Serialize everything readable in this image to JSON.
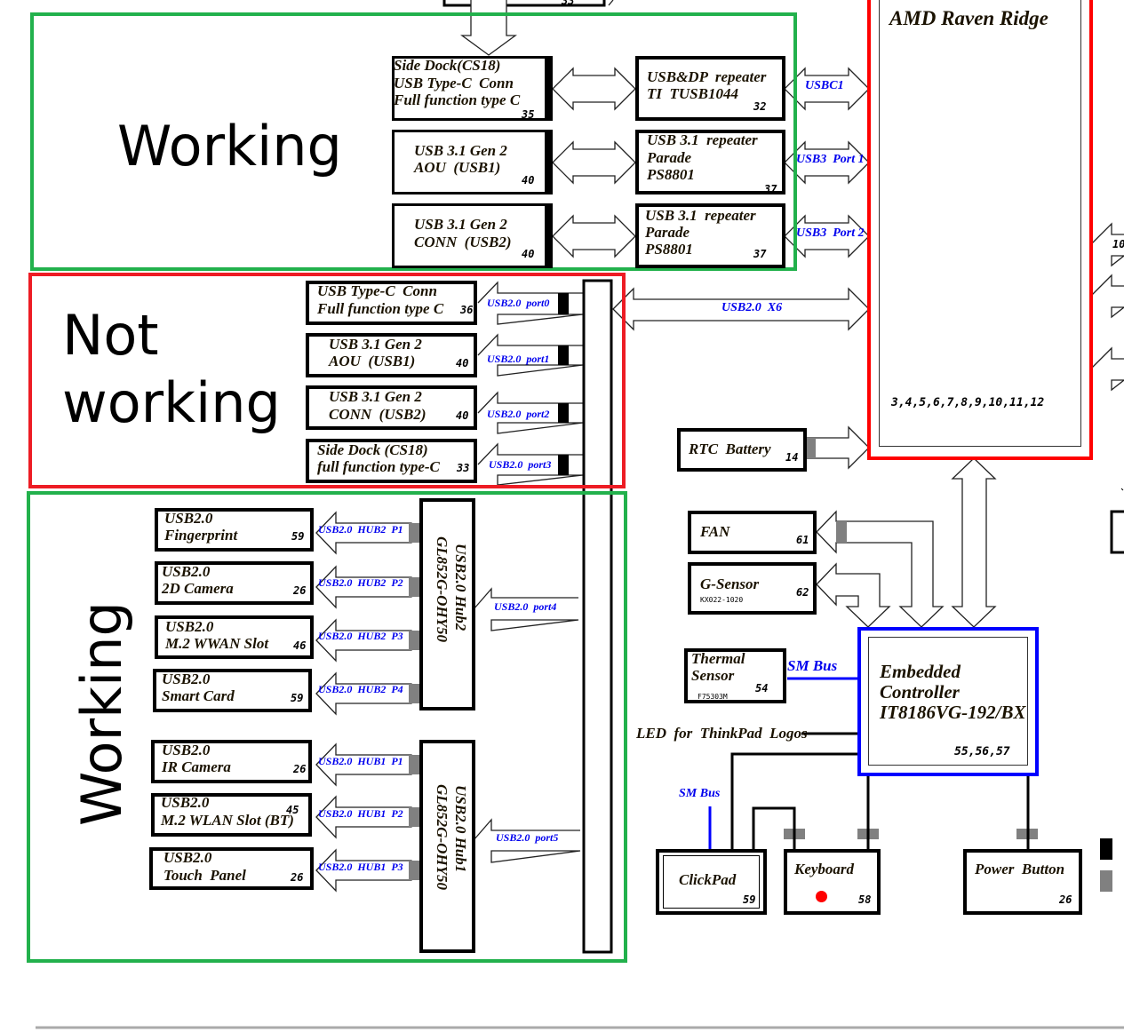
{
  "zones": {
    "top_label": "Working",
    "middle_label_1": "Not",
    "middle_label_2": "working",
    "bottom_label": "Working",
    "colors": {
      "working": "#22b14c",
      "not_working": "#ed1c24",
      "soc_outline": "#ff0000",
      "ec_outline": "#0000ff",
      "signal_text": "#0000ee"
    }
  },
  "top_partial": {
    "page": "33"
  },
  "soc": {
    "title": "AMD Raven Ridge",
    "pages": "3,4,5,6,7,8,9,10,11,12",
    "right_arrow_label": "10"
  },
  "usb3_section": {
    "connectors": [
      {
        "line1": "Side Dock(CS18)",
        "line2": "USB Type-C  Conn",
        "line3": "Full function type C",
        "page": "35"
      },
      {
        "line1": "USB 3.1 Gen 2",
        "line2": "AOU  (USB1)",
        "page": "40"
      },
      {
        "line1": "USB 3.1 Gen 2",
        "line2": "CONN  (USB2)",
        "page": "40"
      }
    ],
    "repeaters": [
      {
        "line1": "USB&DP  repeater",
        "line2": "TI  TUSB1044",
        "page": "32",
        "signal": "USBC1"
      },
      {
        "line1": "USB 3.1  repeater",
        "line2": "Parade",
        "line3": "PS8801",
        "page": "37",
        "signal": "USB3  Port 1"
      },
      {
        "line1": "USB 3.1  repeater",
        "line2": "Parade",
        "line3": "PS8801",
        "page": "37",
        "signal": "USB3  Port 2"
      }
    ]
  },
  "usb2_direct": {
    "bus_label": "USB2.0  X6",
    "ports": [
      {
        "line1": "USB Type-C  Conn",
        "line2": "Full function type C",
        "page": "36",
        "signal": "USB2.0  port0"
      },
      {
        "line1": "USB 3.1 Gen 2",
        "line2": "AOU  (USB1)",
        "page": "40",
        "signal": "USB2.0  port1"
      },
      {
        "line1": "USB 3.1 Gen 2",
        "line2": "CONN  (USB2)",
        "page": "40",
        "signal": "USB2.0  port2"
      },
      {
        "line1": "Side Dock (CS18)",
        "line2": "full function type-C",
        "page": "33",
        "signal": "USB2.0  port3"
      }
    ]
  },
  "hub2": {
    "line1": "USB2.0 Hub2",
    "line2": "GL852G-OHY50",
    "upstream": "USB2.0  port4",
    "devices": [
      {
        "line1": "USB2.0",
        "line2": "Fingerprint",
        "page": "59",
        "signal": "USB2.0  HUB2  P1"
      },
      {
        "line1": "USB2.0",
        "line2": "2D Camera",
        "page": "26",
        "signal": "USB2.0  HUB2  P2"
      },
      {
        "line1": "USB2.0",
        "line2": "M.2 WWAN Slot",
        "page": "46",
        "signal": "USB2.0  HUB2  P3"
      },
      {
        "line1": "USB2.0",
        "line2": "Smart Card",
        "page": "59",
        "signal": "USB2.0  HUB2  P4"
      }
    ]
  },
  "hub1": {
    "line1": "USB2.0 Hub1",
    "line2": "GL852G-OHY50",
    "upstream": "USB2.0  port5",
    "devices": [
      {
        "line1": "USB2.0",
        "line2": "IR Camera",
        "page": "26",
        "signal": "USB2.0  HUB1  P1"
      },
      {
        "line1": "USB2.0",
        "line2": "M.2 WLAN Slot (BT)",
        "page": "45",
        "signal": "USB2.0  HUB1  P2"
      },
      {
        "line1": "USB2.0",
        "line2": "Touch  Panel",
        "page": "26",
        "signal": "USB2.0  HUB1  P3"
      }
    ]
  },
  "peripherals": {
    "rtc": {
      "label": "RTC  Battery",
      "page": "14"
    },
    "fan": {
      "label": "FAN",
      "page": "61"
    },
    "gsensor": {
      "label": "G-Sensor",
      "part": "KX022-1020",
      "page": "62"
    },
    "thermal": {
      "line1": "Thermal",
      "line2": "Sensor",
      "part": "F75303M",
      "page": "54",
      "bus": "SM Bus"
    },
    "ec": {
      "line1": "Embedded",
      "line2": "Controller",
      "line3": "IT8186VG-192/BX",
      "pages": "55,56,57"
    },
    "led": "LED  for  ThinkPad  Logos",
    "clickpad": {
      "label": "ClickPad",
      "page": "59",
      "bus": "SM Bus"
    },
    "keyboard": {
      "label": "Keyboard",
      "page": "58"
    },
    "power": {
      "label": "Power  Button",
      "page": "26"
    }
  }
}
